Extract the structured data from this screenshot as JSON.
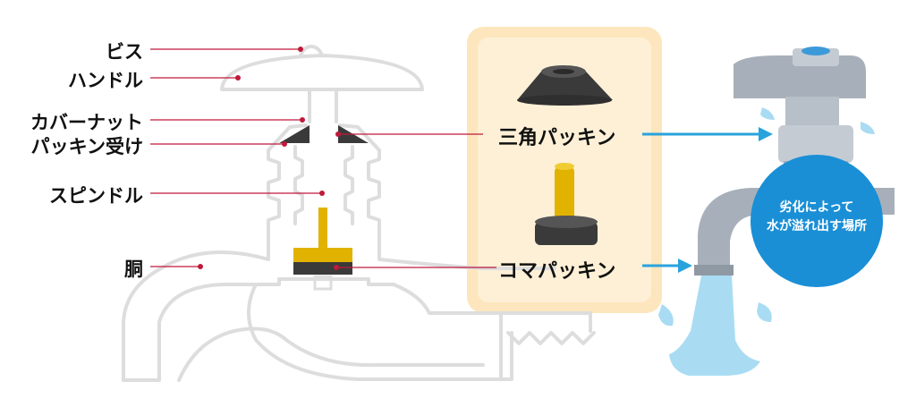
{
  "labels": {
    "screw": "ビス",
    "handle": "ハンドル",
    "cover_nut": "カバーナット",
    "packing_seat": "パッキン受け",
    "spindle": "スピンドル",
    "body": "胴"
  },
  "parts": {
    "triangle_packing": "三角パッキン",
    "top_packing": "コマパッキン"
  },
  "leak_badge": {
    "line1": "劣化によって",
    "line2": "水が溢れ出す場所"
  },
  "colors": {
    "outline": "#dddddd",
    "leader_line": "#c0193a",
    "leader_dot": "#c0193a",
    "packing_dark": "#3a3a3a",
    "packing_gold": "#e2b200",
    "highlight_panel": "#fde6bd",
    "highlight_panel_inner": "#fdf0d6",
    "arrow_blue": "#29a3dc",
    "badge_blue": "#1a8fd6",
    "faucet_gray": "#a7b0ba",
    "water_blue": "#a9dcf3"
  }
}
